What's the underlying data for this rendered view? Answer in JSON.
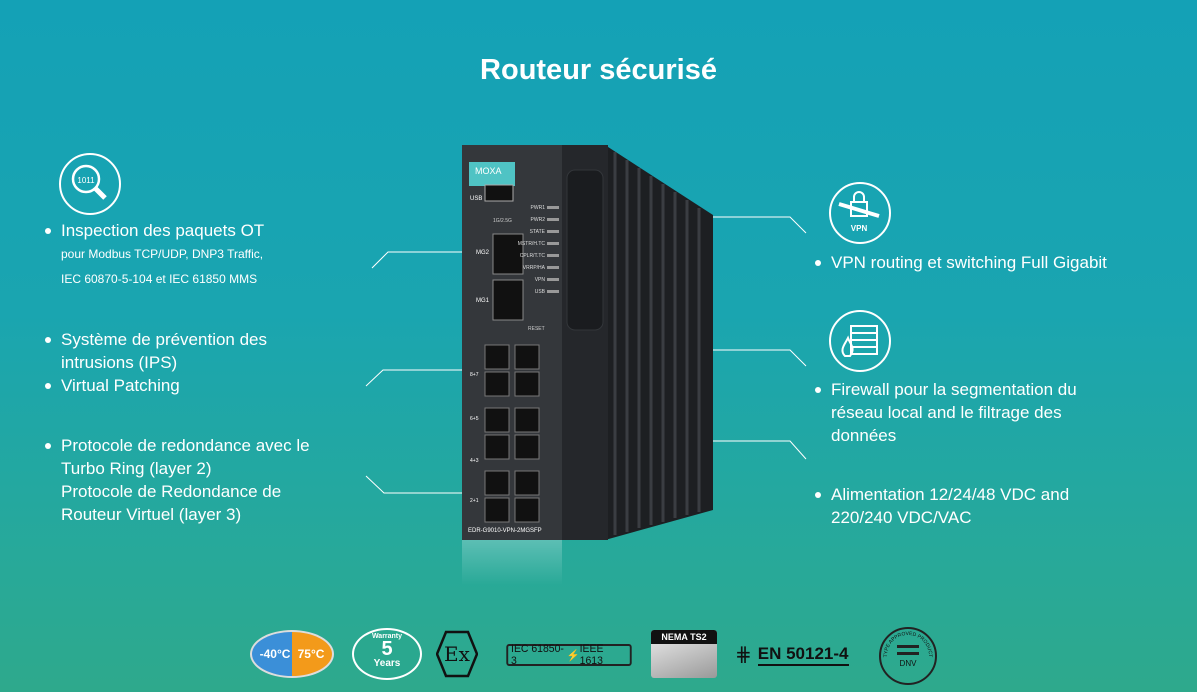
{
  "title": "Routeur sécurisé",
  "left": [
    {
      "icon": "packet-inspection-icon",
      "items": [
        "Inspection des paquets OT"
      ],
      "sub": [
        "pour Modbus TCP/UDP, DNP3 Traffic,",
        "IEC 60870-5-104 et IEC 61850 MMS"
      ]
    },
    {
      "items": [
        "Système de prévention des intrusions (IPS)",
        "Virtual Patching"
      ]
    },
    {
      "items": [
        "Protocole de redondance avec le Turbo Ring (layer 2)"
      ],
      "cont": [
        "Protocole de Redondance de Routeur Virtuel (layer 3)"
      ]
    }
  ],
  "right": [
    {
      "icon": "vpn-lock-icon",
      "icon_text": "VPN",
      "items": [
        "VPN routing et switching Full Gigabit"
      ]
    },
    {
      "icon": "firewall-icon",
      "items": [
        "Firewall pour la segmentation du réseau local and le filtrage des données"
      ]
    },
    {
      "items": [
        "Alimentation 12/24/48 VDC and 220/240 VDC/VAC"
      ]
    }
  ],
  "device": {
    "brand": "MOXA",
    "model": "EDR-G9010-VPN-2MGSFP",
    "usb": "USB",
    "mg2": "MG2",
    "mg1": "MG1",
    "speed": "1G/2.5G",
    "reset": "RESET",
    "leds": [
      "PWR1",
      "PWR2",
      "STATE",
      "MSTR/H.TC",
      "CPLR/T.TC",
      "VRRP/HA",
      "VPN",
      "USB"
    ],
    "ports": [
      "8+7",
      "6+5",
      "4+3",
      "2+1"
    ]
  },
  "badges": {
    "temp_low": "-40°C",
    "temp_high": "75°C",
    "warranty": "Warranty",
    "years_num": "5",
    "years": "Years",
    "ex": "Ex",
    "iec": "IEC 61850-3",
    "ieee": "IEEE 1613",
    "nema": "NEMA TS2",
    "en": "EN 50121-4",
    "dnv": "DNV",
    "dnv_ring": "TYPE APPROVED PRODUCT"
  }
}
